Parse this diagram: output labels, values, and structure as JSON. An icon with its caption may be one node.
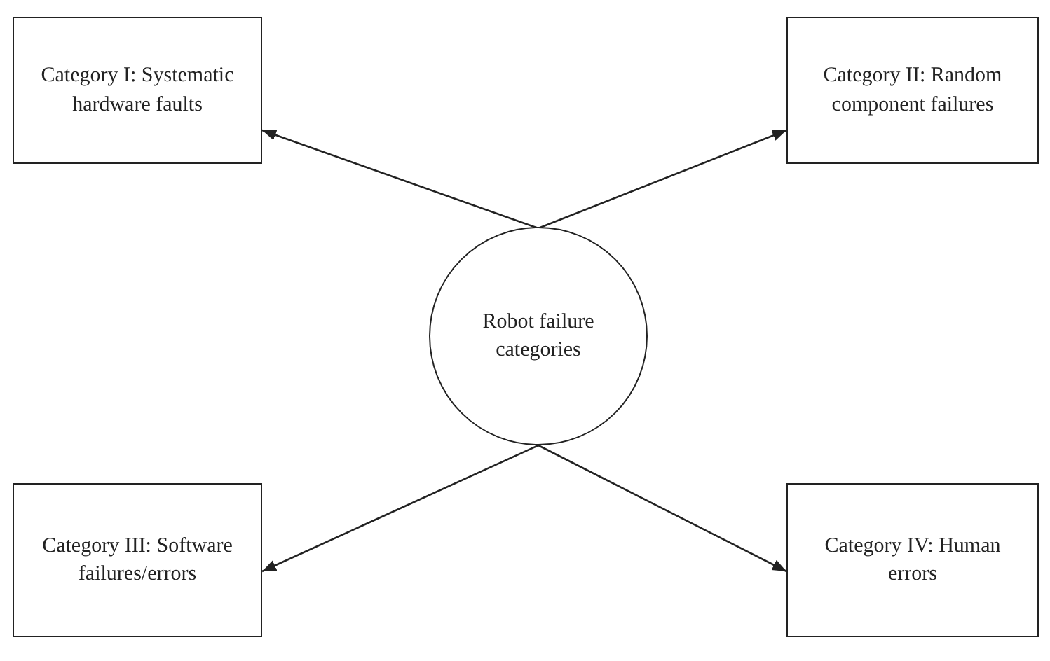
{
  "diagram": {
    "nodes": [
      {
        "text": [
          "Category I: Systematic hardware faults"
        ]
      },
      {
        "text": [
          "Category II: Random component failures"
        ]
      },
      {
        "text": [
          "Robot failure categories"
        ]
      },
      {
        "text": [
          "Category III: Software failures/errors"
        ]
      },
      {
        "text": [
          "Category IV: Human errors"
        ]
      }
    ],
    "edges": [
      {
        "from": 2,
        "to": 0,
        "arrow": "to"
      },
      {
        "from": 2,
        "to": 1,
        "arrow": "to"
      },
      {
        "from": 2,
        "to": 3,
        "arrow": "to"
      },
      {
        "from": 2,
        "to": 4,
        "arrow": "to"
      }
    ]
  }
}
